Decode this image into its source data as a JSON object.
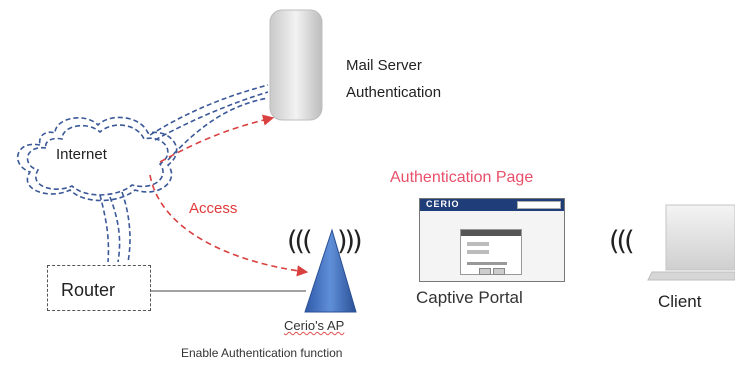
{
  "diagram": {
    "mail_server_line1": "Mail Server",
    "mail_server_line2": "Authentication",
    "internet": "Internet",
    "router": "Router",
    "access": "Access",
    "auth_page": "Authentication Page",
    "captive_portal": "Captive Portal",
    "client": "Client",
    "ap_name": "Cerio's AP",
    "ap_function": "Enable Authentication function",
    "waves_left": "(((",
    "waves_right": ")))",
    "portal_logo": "CERIO"
  },
  "colors": {
    "access_red": "#e03a3a",
    "auth_page_pink": "#e8506a",
    "cloud_blue": "#3b5998",
    "ap_blue": "#4a78c2"
  }
}
